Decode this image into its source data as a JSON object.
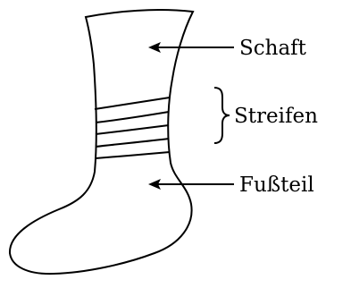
{
  "labels": {
    "top": "Schaft",
    "middle": "Streifen",
    "bottom": "Fußteil"
  },
  "colors": {
    "stroke": "#000000",
    "background": "#ffffff"
  }
}
